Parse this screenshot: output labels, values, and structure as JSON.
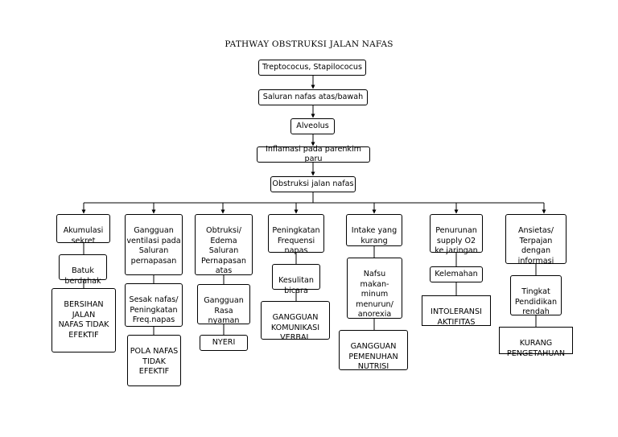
{
  "title": "PATHWAY OBSTRUKSI JALAN NAFAS",
  "chain": [
    {
      "id": "c1",
      "text": "Treptococus, Stapilococus"
    },
    {
      "id": "c2",
      "text": "Saluran nafas atas/bawah"
    },
    {
      "id": "c3",
      "text": "Alveolus"
    },
    {
      "id": "c4",
      "text": "Inflamasi pada parenkim paru"
    },
    {
      "id": "c5",
      "text": "Obstruksi jalan nafas"
    }
  ],
  "branches": [
    {
      "id": "b1",
      "items": [
        {
          "text": "Akumulasi\nsekret"
        },
        {
          "text": "Batuk\nberdahak"
        },
        {
          "text": "BERSIHAN JALAN\nNAFAS TIDAK\nEFEKTIF"
        }
      ]
    },
    {
      "id": "b2",
      "items": [
        {
          "text": "Gangguan ventilasi pada\nSaluran\npernapasan"
        },
        {
          "text": "Sesak nafas/\nPeningkatan\nFreq.napas"
        },
        {
          "text": "POLA NAFAS\nTIDAK EFEKTIF"
        }
      ]
    },
    {
      "id": "b3",
      "items": [
        {
          "text": "Obtruksi/\nEdema\nSaluran\nPernapasan atas"
        },
        {
          "text": "Gangguan\nRasa nyaman"
        },
        {
          "text": "NYERI"
        }
      ]
    },
    {
      "id": "b4",
      "items": [
        {
          "text": "Peningkatan\nFrequensi\nnapas"
        },
        {
          "text": "Kesulitan\nbicara"
        },
        {
          "text": "GANGGUAN\nKOMUNIKASI\nVERBAL"
        }
      ]
    },
    {
      "id": "b5",
      "items": [
        {
          "text": "Intake yang kurang"
        },
        {
          "text": "Nafsu\nmakan-minum\nmenurun/\nanorexia"
        },
        {
          "text": "GANGGUAN\nPEMENUHAN\nNUTRISI"
        }
      ]
    },
    {
      "id": "b6",
      "items": [
        {
          "text": "Penurunan\nsupply O2\nke jaringan"
        },
        {
          "text": "Kelemahan"
        },
        {
          "text": "INTOLERANSI\nAKTIFITAS"
        }
      ]
    },
    {
      "id": "b7",
      "items": [
        {
          "text": "Ansietas/\nTerpajan dengan\ninformasi"
        },
        {
          "text": "Tingkat\nPendidikan\nrendah"
        },
        {
          "text": "KURANG\nPENGETAHUAN"
        }
      ]
    }
  ]
}
